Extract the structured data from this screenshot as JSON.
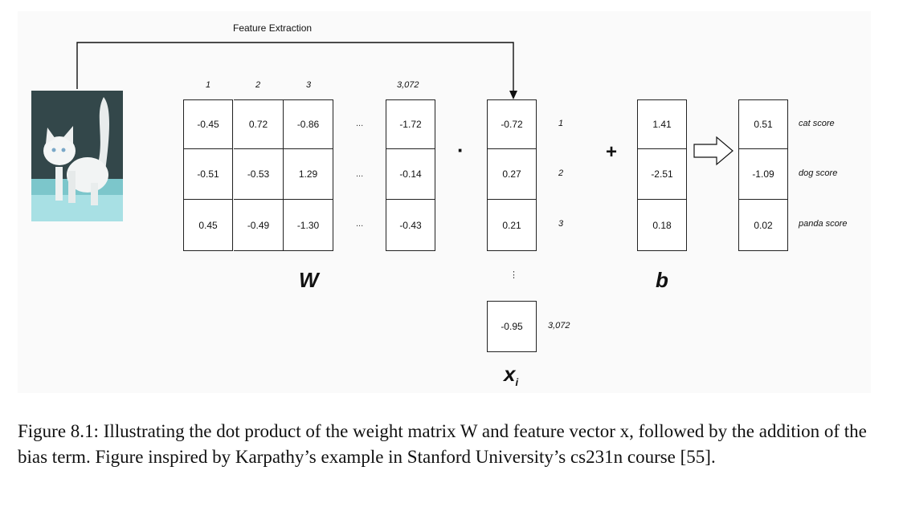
{
  "diagram": {
    "feature_extraction_label": "Feature Extraction",
    "column_indices": [
      "1",
      "2",
      "3",
      "3,072"
    ],
    "W_matrix": [
      [
        "-0.45",
        "0.72",
        "-0.86",
        "...",
        "-1.72"
      ],
      [
        "-0.51",
        "-0.53",
        "1.29",
        "...",
        "-0.14"
      ],
      [
        "0.45",
        "-0.49",
        "-1.30",
        "...",
        "-0.43"
      ]
    ],
    "W_label": "W",
    "dot_symbol": "·",
    "x_vector": [
      "-0.72",
      "0.27",
      "0.21"
    ],
    "x_last": "-0.95",
    "x_row_indices": [
      "1",
      "2",
      "3"
    ],
    "x_last_index": "3,072",
    "x_vdots": "⋮",
    "x_label": "x",
    "x_subscript": "i",
    "plus_symbol": "+",
    "b_vector": [
      "1.41",
      "-2.51",
      "0.18"
    ],
    "b_label": "b",
    "scores": [
      "0.51",
      "-1.09",
      "0.02"
    ],
    "score_labels": [
      "cat score",
      "dog score",
      "panda score"
    ]
  },
  "caption": {
    "text": "Figure 8.1: Illustrating the dot product of the weight matrix W and feature vector x, followed by the addition of the bias term. Figure inspired by Karpathy’s example in Stanford University’s cs231n course [55]."
  }
}
